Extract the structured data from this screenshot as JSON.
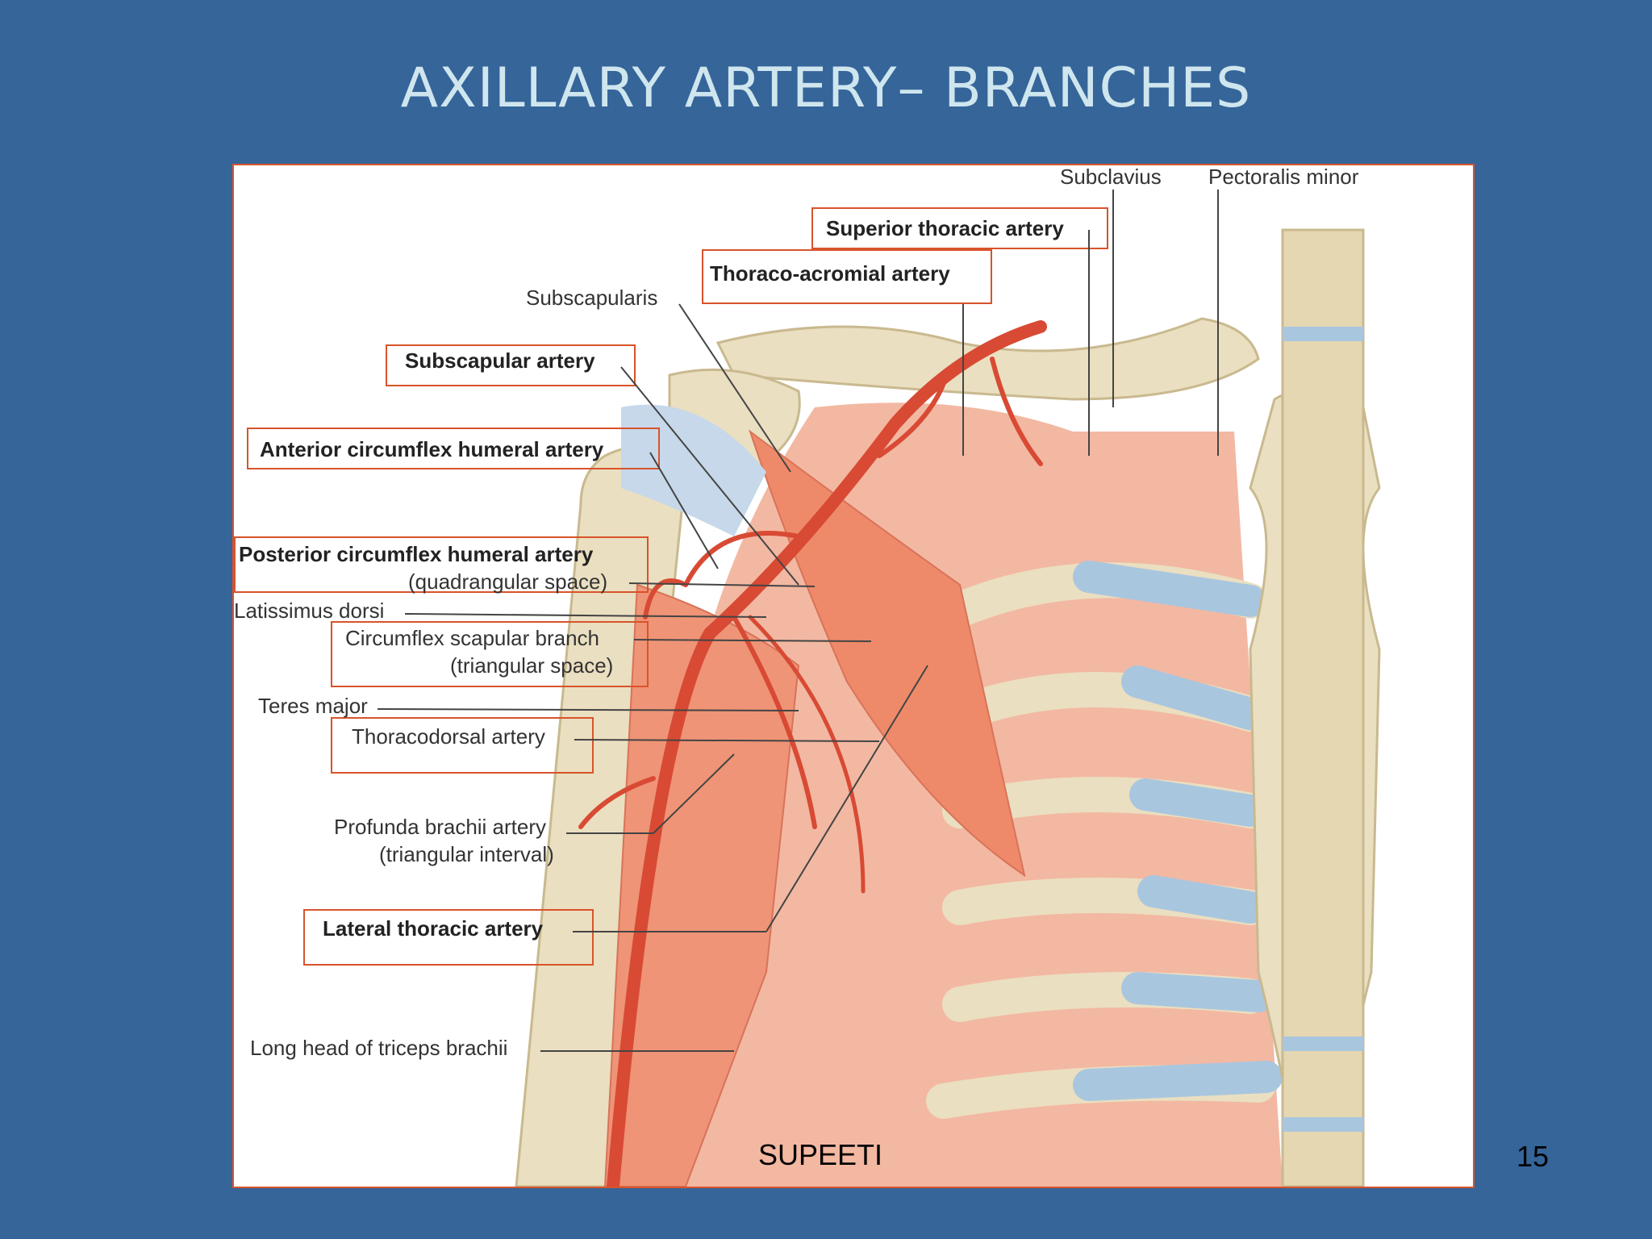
{
  "slide": {
    "title": "AXILLARY ARTERY– BRANCHES",
    "footer_text": "SUPEETI",
    "page_number": "15"
  },
  "labels": {
    "subclavius": "Subclavius",
    "pectoralis_minor": "Pectoralis minor",
    "superior_thoracic_artery": "Superior thoracic artery",
    "thoraco_acromial_artery": "Thoraco-acromial artery",
    "subscapularis": "Subscapularis",
    "subscapular_artery": "Subscapular artery",
    "anterior_circumflex_humeral_artery": "Anterior circumflex humeral artery",
    "posterior_circumflex_humeral_artery": "Posterior circumflex humeral artery",
    "quadrangular_space": "(quadrangular space)",
    "latissimus_dorsi": "Latissimus dorsi",
    "circumflex_scapular_branch": "Circumflex scapular branch",
    "triangular_space": "(triangular space)",
    "teres_major": "Teres major",
    "thoracodorsal_artery": "Thoracodorsal artery",
    "profunda_brachii_artery": "Profunda brachii artery",
    "triangular_interval": "(triangular interval)",
    "lateral_thoracic_artery": "Lateral thoracic artery",
    "long_head_triceps": "Long head of triceps brachii"
  },
  "colors": {
    "background": "#356599",
    "title": "#cfe6ee",
    "highlight_box": "#d9532b",
    "artery": "#d84a34",
    "muscle": "#ee8a6a",
    "bone": "#eadfc0",
    "cartilage": "#a9c6df"
  }
}
